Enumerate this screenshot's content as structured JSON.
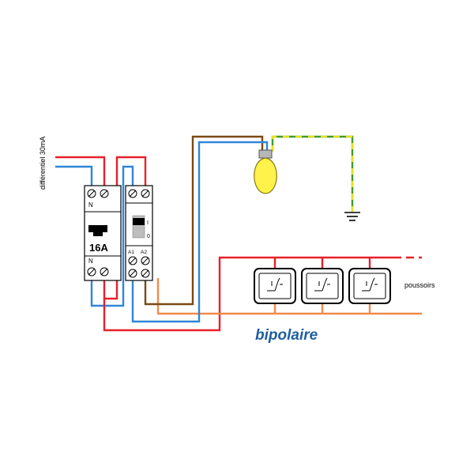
{
  "labels": {
    "differentiel": "différentiel 30mA",
    "breaker_top": "N",
    "breaker_rating": "16A",
    "breaker_bottom": "N",
    "relay_on": "I",
    "relay_off": "0",
    "relay_a1": "A1",
    "relay_a2": "A2",
    "poussoirs": "poussoirs",
    "title": "bipolaire"
  },
  "colors": {
    "phase": "#e8202a",
    "neutral": "#2f86d6",
    "lamp_return": "#7a4a14",
    "switched": "#f08a4b",
    "earth_green": "#3f9b2e",
    "earth_yellow": "#e8e020",
    "lamp": "#fff24a",
    "title": "#1f5f9f"
  },
  "icons": {
    "lamp": "light-bulb-icon",
    "ground": "ground-symbol-icon",
    "pushbutton": "push-button-icon"
  },
  "pushbuttons": [
    "pushbutton-1",
    "pushbutton-2",
    "pushbutton-3"
  ]
}
